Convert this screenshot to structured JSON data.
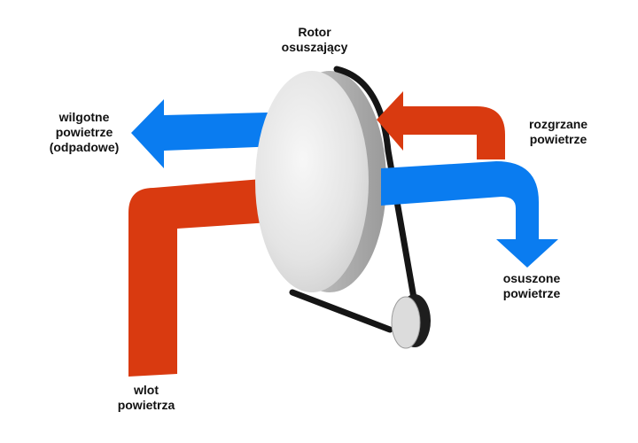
{
  "labels": {
    "rotor": [
      "Rotor",
      "osuszający"
    ],
    "wet_air": [
      "wilgotne",
      "powietrze",
      "(odpadowe)"
    ],
    "heated_air": [
      "rozgrzane",
      "powietrze"
    ],
    "dried_air": [
      "osuszone",
      "powietrze"
    ],
    "air_inlet": [
      "wlot",
      "powietrza"
    ]
  },
  "colors": {
    "hot_arrow": "#d93a10",
    "cold_arrow": "#0a7cf0",
    "rotor_face": "#e6e6e6",
    "rotor_edge": "#b8b8b8",
    "belt": "#151515"
  }
}
